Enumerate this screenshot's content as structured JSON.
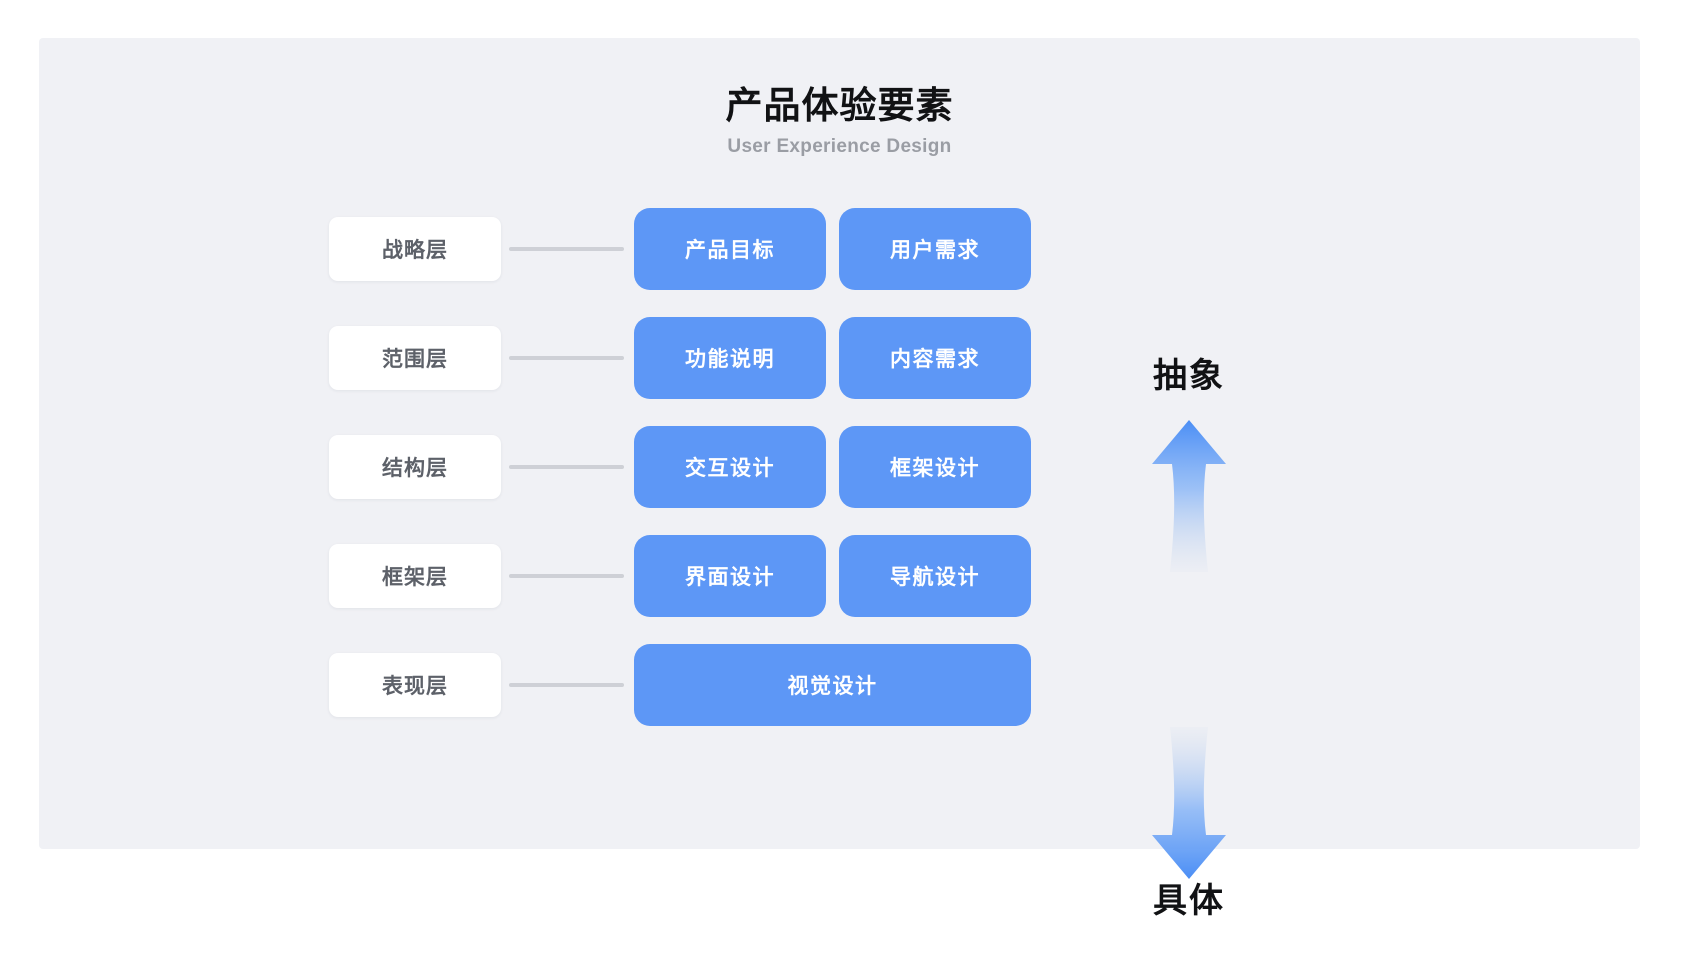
{
  "header": {
    "title": "产品体验要素",
    "subtitle": "User Experience Design"
  },
  "colors": {
    "canvas_background": "#f0f1f5",
    "page_background": "#ffffff",
    "element_blue": "#5d97f6",
    "label_card": "#ffffff",
    "label_text": "#5d6169",
    "connector": "#ced0d6",
    "title_text": "#111214",
    "subtitle_text": "#9a9da4"
  },
  "diagram": {
    "rows": [
      {
        "layer": "战略层",
        "cells": [
          {
            "label": "产品目标",
            "span": 1
          },
          {
            "label": "用户需求",
            "span": 1
          }
        ]
      },
      {
        "layer": "范围层",
        "cells": [
          {
            "label": "功能说明",
            "span": 1
          },
          {
            "label": "内容需求",
            "span": 1
          }
        ]
      },
      {
        "layer": "结构层",
        "cells": [
          {
            "label": "交互设计",
            "span": 1
          },
          {
            "label": "框架设计",
            "span": 1
          }
        ]
      },
      {
        "layer": "框架层",
        "cells": [
          {
            "label": "界面设计",
            "span": 1
          },
          {
            "label": "导航设计",
            "span": 1
          }
        ]
      },
      {
        "layer": "表现层",
        "cells": [
          {
            "label": "视觉设计",
            "span": 2
          }
        ]
      }
    ]
  },
  "axis": {
    "top_label": "抽象",
    "bottom_label": "具体",
    "up_arrow_icon": "arrow-up-icon",
    "down_arrow_icon": "arrow-down-icon"
  }
}
